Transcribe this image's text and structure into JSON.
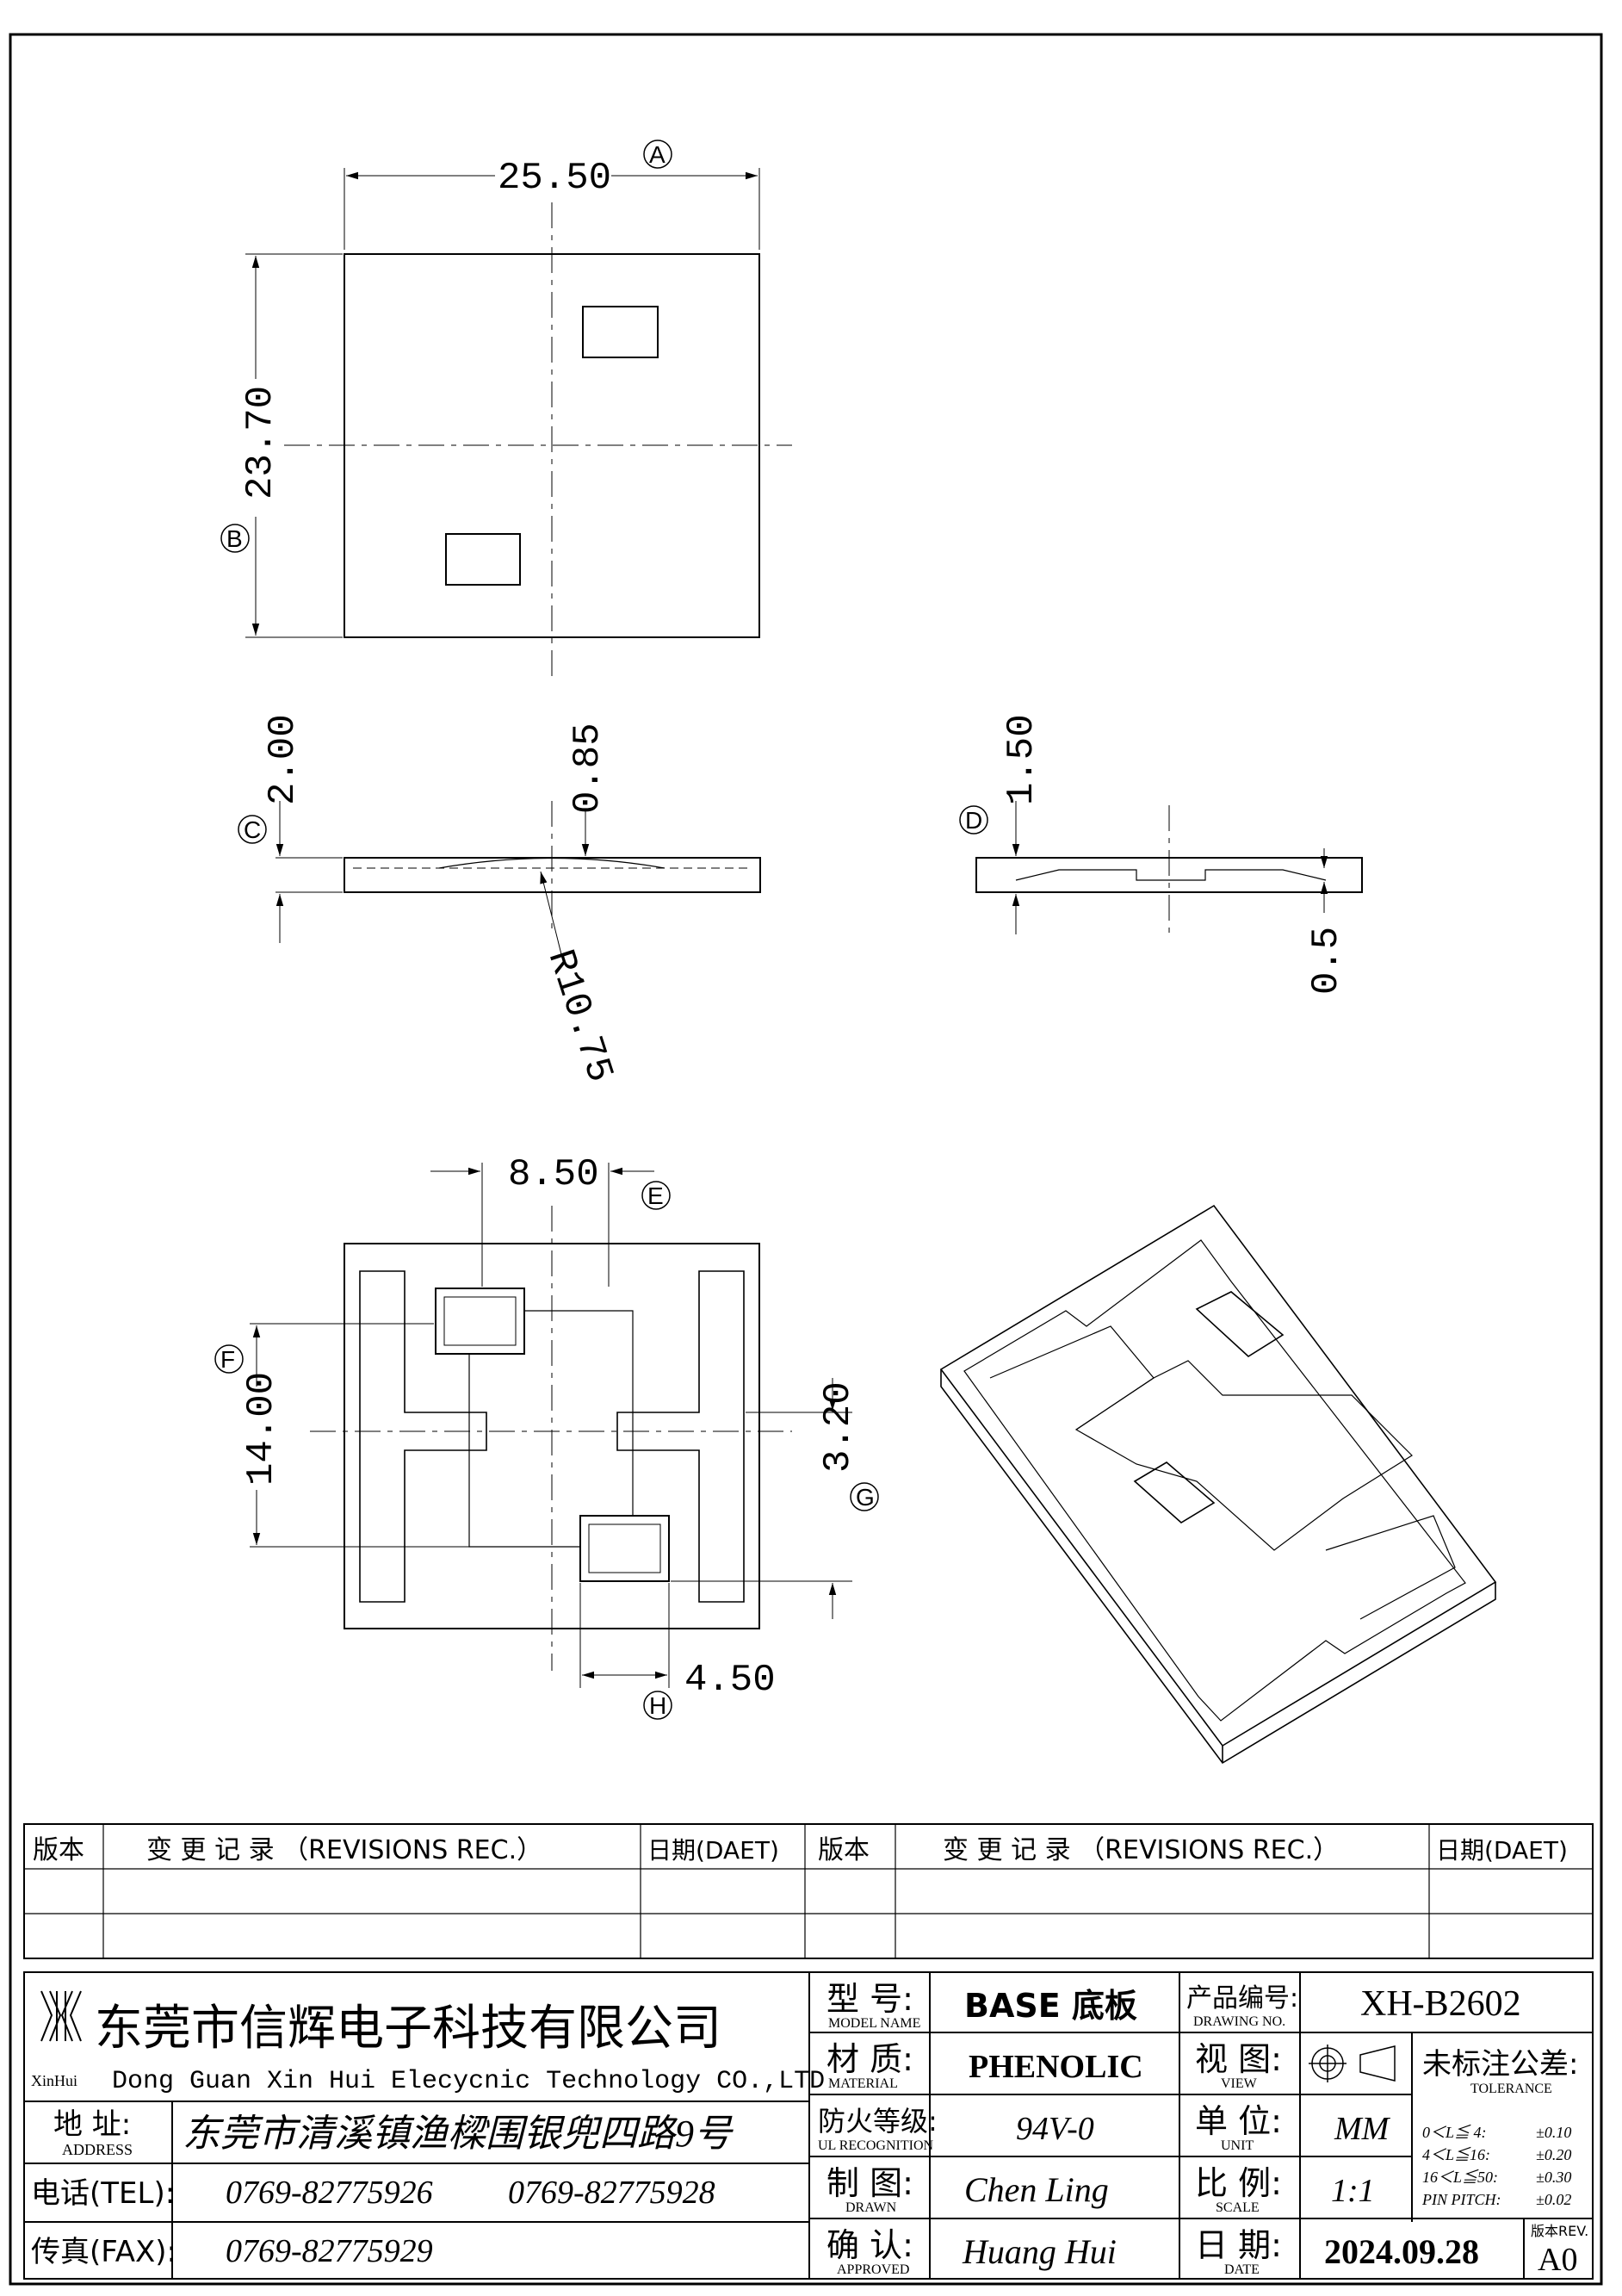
{
  "dimensions": {
    "width_a": "25.50",
    "height_b": "23.70",
    "thickness_c": "2.00",
    "recess_depth": "0.85",
    "radius": "R10.75",
    "side_thickness_d": "1.50",
    "step": "0.5",
    "slot_spacing_e": "8.50",
    "slot_span_f": "14.00",
    "rib_width_g": "3.20",
    "pocket_width_h": "4.50"
  },
  "markers": {
    "a": "A",
    "b": "B",
    "c": "C",
    "d": "D",
    "e": "E",
    "f": "F",
    "g": "G",
    "h": "H"
  },
  "revisions": {
    "col_version": "版本",
    "col_record": "变 更 记 录 （REVISIONS REC.）",
    "col_date": "日期(DAET)"
  },
  "company": {
    "logo_caption": "XinHui",
    "name_cn": "东莞市信辉电子科技有限公司",
    "name_en": "Dong Guan Xin Hui Elecycnic Technology CO.,LTD",
    "address_label_cn": "地 址:",
    "address_label_en": "ADDRESS",
    "address": "东莞市清溪镇渔樑围银兜四路9号",
    "tel_label": "电话(TEL):",
    "tel1": "0769-82775926",
    "tel2": "0769-82775928",
    "fax_label": "传真(FAX):",
    "fax": "0769-82775929"
  },
  "title_block": {
    "model_label_cn": "型 号:",
    "model_label_en": "MODEL NAME",
    "model_value": "BASE 底板",
    "material_label_cn": "材 质:",
    "material_label_en": "MATERIAL",
    "material_value": "PHENOLIC",
    "ul_label_cn": "防火等级:",
    "ul_label_en": "UL RECOGNITION",
    "ul_value": "94V-0",
    "drawn_label_cn": "制 图:",
    "drawn_label_en": "DRAWN",
    "drawn_value": "Chen Ling",
    "approved_label_cn": "确 认:",
    "approved_label_en": "APPROVED",
    "approved_value": "Huang Hui",
    "drawing_no_label_cn": "产品编号:",
    "drawing_no_label_en": "DRAWING NO.",
    "drawing_no_value": "XH-B2602",
    "view_label_cn": "视 图:",
    "view_label_en": "VIEW",
    "unit_label_cn": "单 位:",
    "unit_label_en": "UNIT",
    "unit_value": "MM",
    "scale_label_cn": "比 例:",
    "scale_label_en": "SCALE",
    "scale_value": "1:1",
    "date_label_cn": "日 期:",
    "date_label_en": "DATE",
    "date_value": "2024.09.28",
    "rev_label": "版本REV.",
    "rev_value": "A0"
  },
  "tolerance": {
    "title_cn": "未标注公差:",
    "title_en": "TOLERANCE",
    "rows": [
      {
        "range": "0＜L≦ 4:",
        "value": "±0.10"
      },
      {
        "range": "4＜L≦16:",
        "value": "±0.20"
      },
      {
        "range": "16＜L≦50:",
        "value": "±0.30"
      },
      {
        "range": "PIN PITCH:",
        "value": "±0.02"
      }
    ]
  }
}
